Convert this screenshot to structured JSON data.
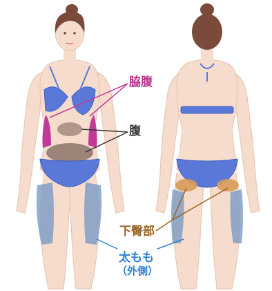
{
  "labels": {
    "flank": "脇腹",
    "belly": "腹",
    "hip": "下臀部",
    "thigh": "太もも",
    "thigh_sub": "（外側）"
  },
  "colors": {
    "flank": "#b8338a",
    "belly": "#333333",
    "hip": "#9a6424",
    "thigh": "#2a7fd4",
    "skin": "#f6dccd",
    "bikini": "#5a78d8",
    "hair": "#7a4a3a"
  }
}
